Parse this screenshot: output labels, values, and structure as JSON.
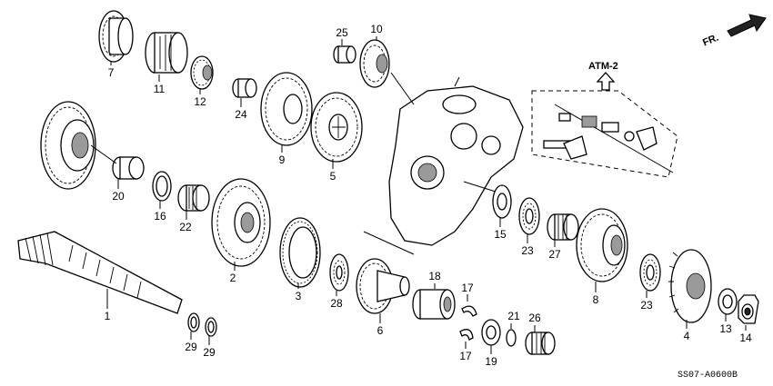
{
  "diagram": {
    "code": "SS07-A0600B",
    "direction_label": "FR.",
    "reference_label": "ATM-2",
    "parts": [
      {
        "id": "p1",
        "label": "1"
      },
      {
        "id": "p2",
        "label": "2"
      },
      {
        "id": "p3",
        "label": "3"
      },
      {
        "id": "p4",
        "label": "4"
      },
      {
        "id": "p5",
        "label": "5"
      },
      {
        "id": "p6",
        "label": "6"
      },
      {
        "id": "p7",
        "label": "7"
      },
      {
        "id": "p8",
        "label": "8"
      },
      {
        "id": "p9",
        "label": "9"
      },
      {
        "id": "p10",
        "label": "10"
      },
      {
        "id": "p11",
        "label": "11"
      },
      {
        "id": "p12",
        "label": "12"
      },
      {
        "id": "p13",
        "label": "13"
      },
      {
        "id": "p14",
        "label": "14"
      },
      {
        "id": "p15",
        "label": "15"
      },
      {
        "id": "p16",
        "label": "16"
      },
      {
        "id": "p17a",
        "label": "17"
      },
      {
        "id": "p17b",
        "label": "17"
      },
      {
        "id": "p18",
        "label": "18"
      },
      {
        "id": "p19",
        "label": "19"
      },
      {
        "id": "p20",
        "label": "20"
      },
      {
        "id": "p21",
        "label": "21"
      },
      {
        "id": "p22",
        "label": "22"
      },
      {
        "id": "p23a",
        "label": "23"
      },
      {
        "id": "p23b",
        "label": "23"
      },
      {
        "id": "p24",
        "label": "24"
      },
      {
        "id": "p25",
        "label": "25"
      },
      {
        "id": "p26",
        "label": "26"
      },
      {
        "id": "p27",
        "label": "27"
      },
      {
        "id": "p28",
        "label": "28"
      },
      {
        "id": "p29a",
        "label": "29"
      },
      {
        "id": "p29b",
        "label": "29"
      }
    ]
  }
}
